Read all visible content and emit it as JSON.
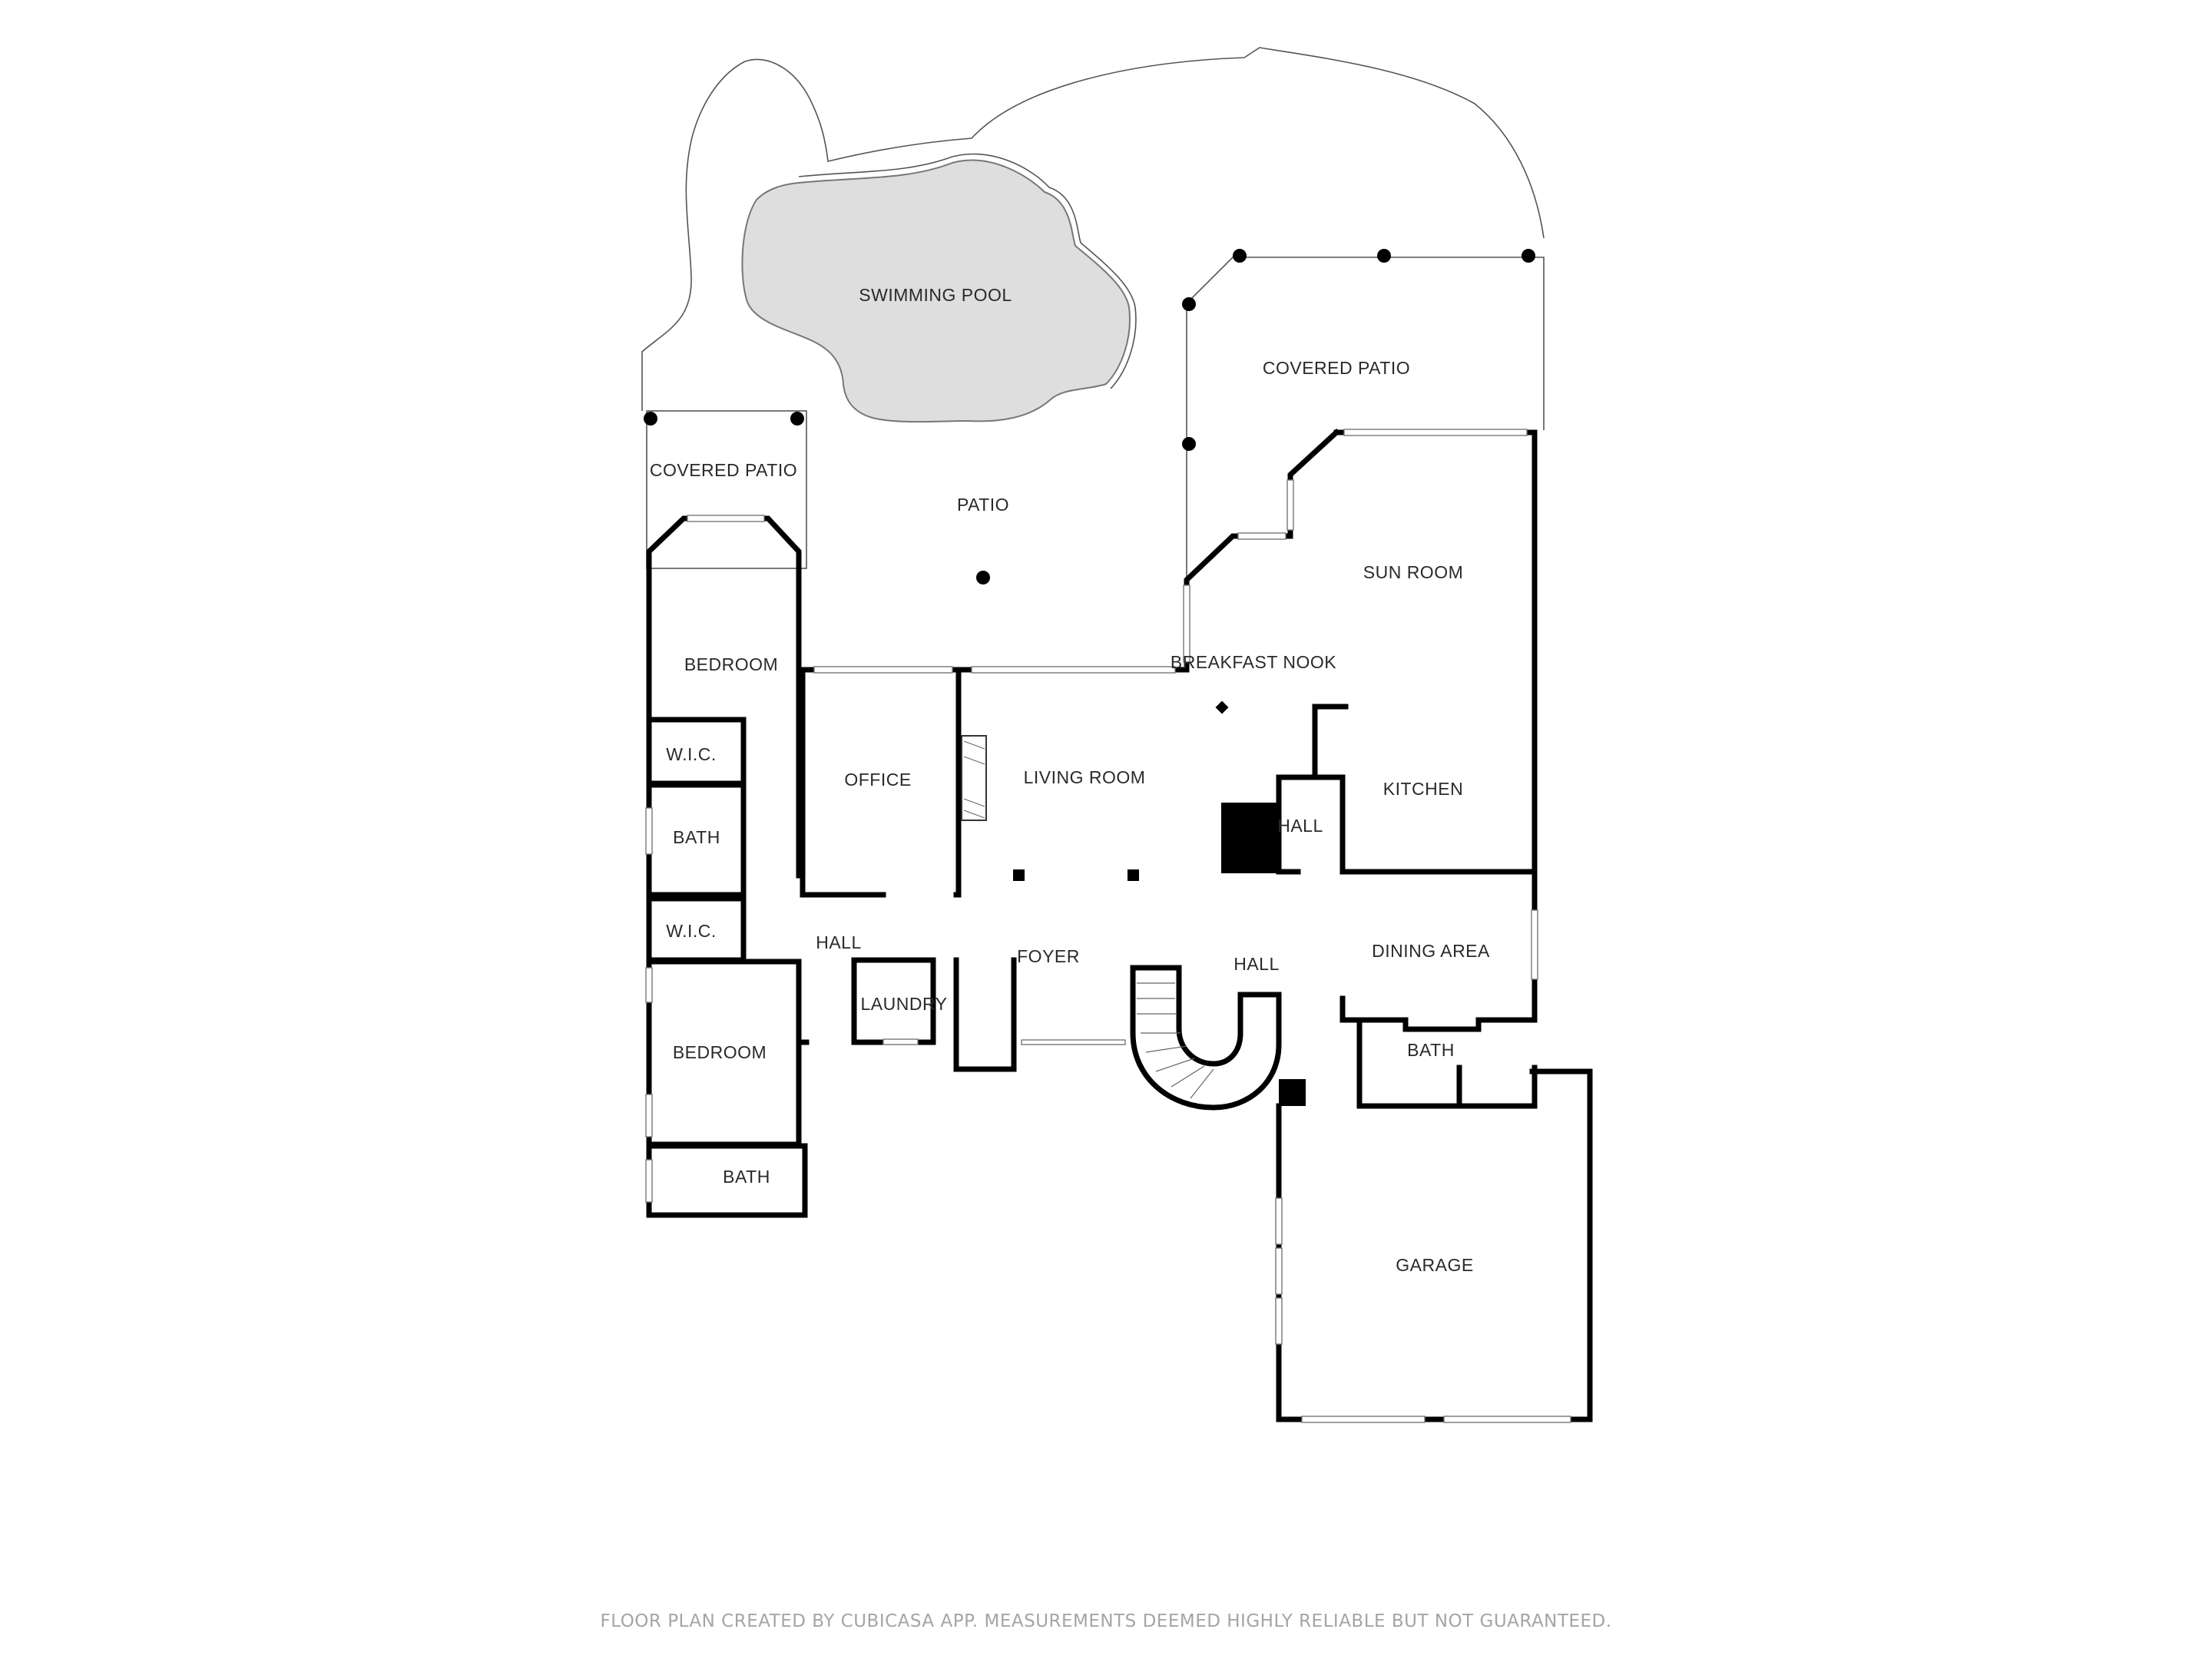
{
  "plan": {
    "rooms": [
      {
        "key": "swimming_pool",
        "label": "SWIMMING POOL"
      },
      {
        "key": "covered_patio_left",
        "label": "COVERED PATIO"
      },
      {
        "key": "covered_patio_right",
        "label": "COVERED PATIO"
      },
      {
        "key": "patio",
        "label": "PATIO"
      },
      {
        "key": "sun_room",
        "label": "SUN ROOM"
      },
      {
        "key": "breakfast_nook",
        "label": "BREAKFAST NOOK"
      },
      {
        "key": "bedroom_upper",
        "label": "BEDROOM"
      },
      {
        "key": "wic_upper",
        "label": "W.I.C."
      },
      {
        "key": "bath_left",
        "label": "BATH"
      },
      {
        "key": "office",
        "label": "OFFICE"
      },
      {
        "key": "living_room",
        "label": "LIVING ROOM"
      },
      {
        "key": "hall_kitchen",
        "label": "HALL"
      },
      {
        "key": "kitchen",
        "label": "KITCHEN"
      },
      {
        "key": "wic_lower",
        "label": "W.I.C."
      },
      {
        "key": "hall_left",
        "label": "HALL"
      },
      {
        "key": "foyer",
        "label": "FOYER"
      },
      {
        "key": "hall_center",
        "label": "HALL"
      },
      {
        "key": "dining_area",
        "label": "DINING AREA"
      },
      {
        "key": "laundry",
        "label": "LAUNDRY"
      },
      {
        "key": "bedroom_lower",
        "label": "BEDROOM"
      },
      {
        "key": "bath_dining",
        "label": "BATH"
      },
      {
        "key": "bath_bottom",
        "label": "BATH"
      },
      {
        "key": "garage",
        "label": "GARAGE"
      }
    ]
  },
  "footer": "FLOOR PLAN CREATED BY CUBICASA APP. MEASUREMENTS DEEMED HIGHLY RELIABLE BUT NOT GUARANTEED."
}
